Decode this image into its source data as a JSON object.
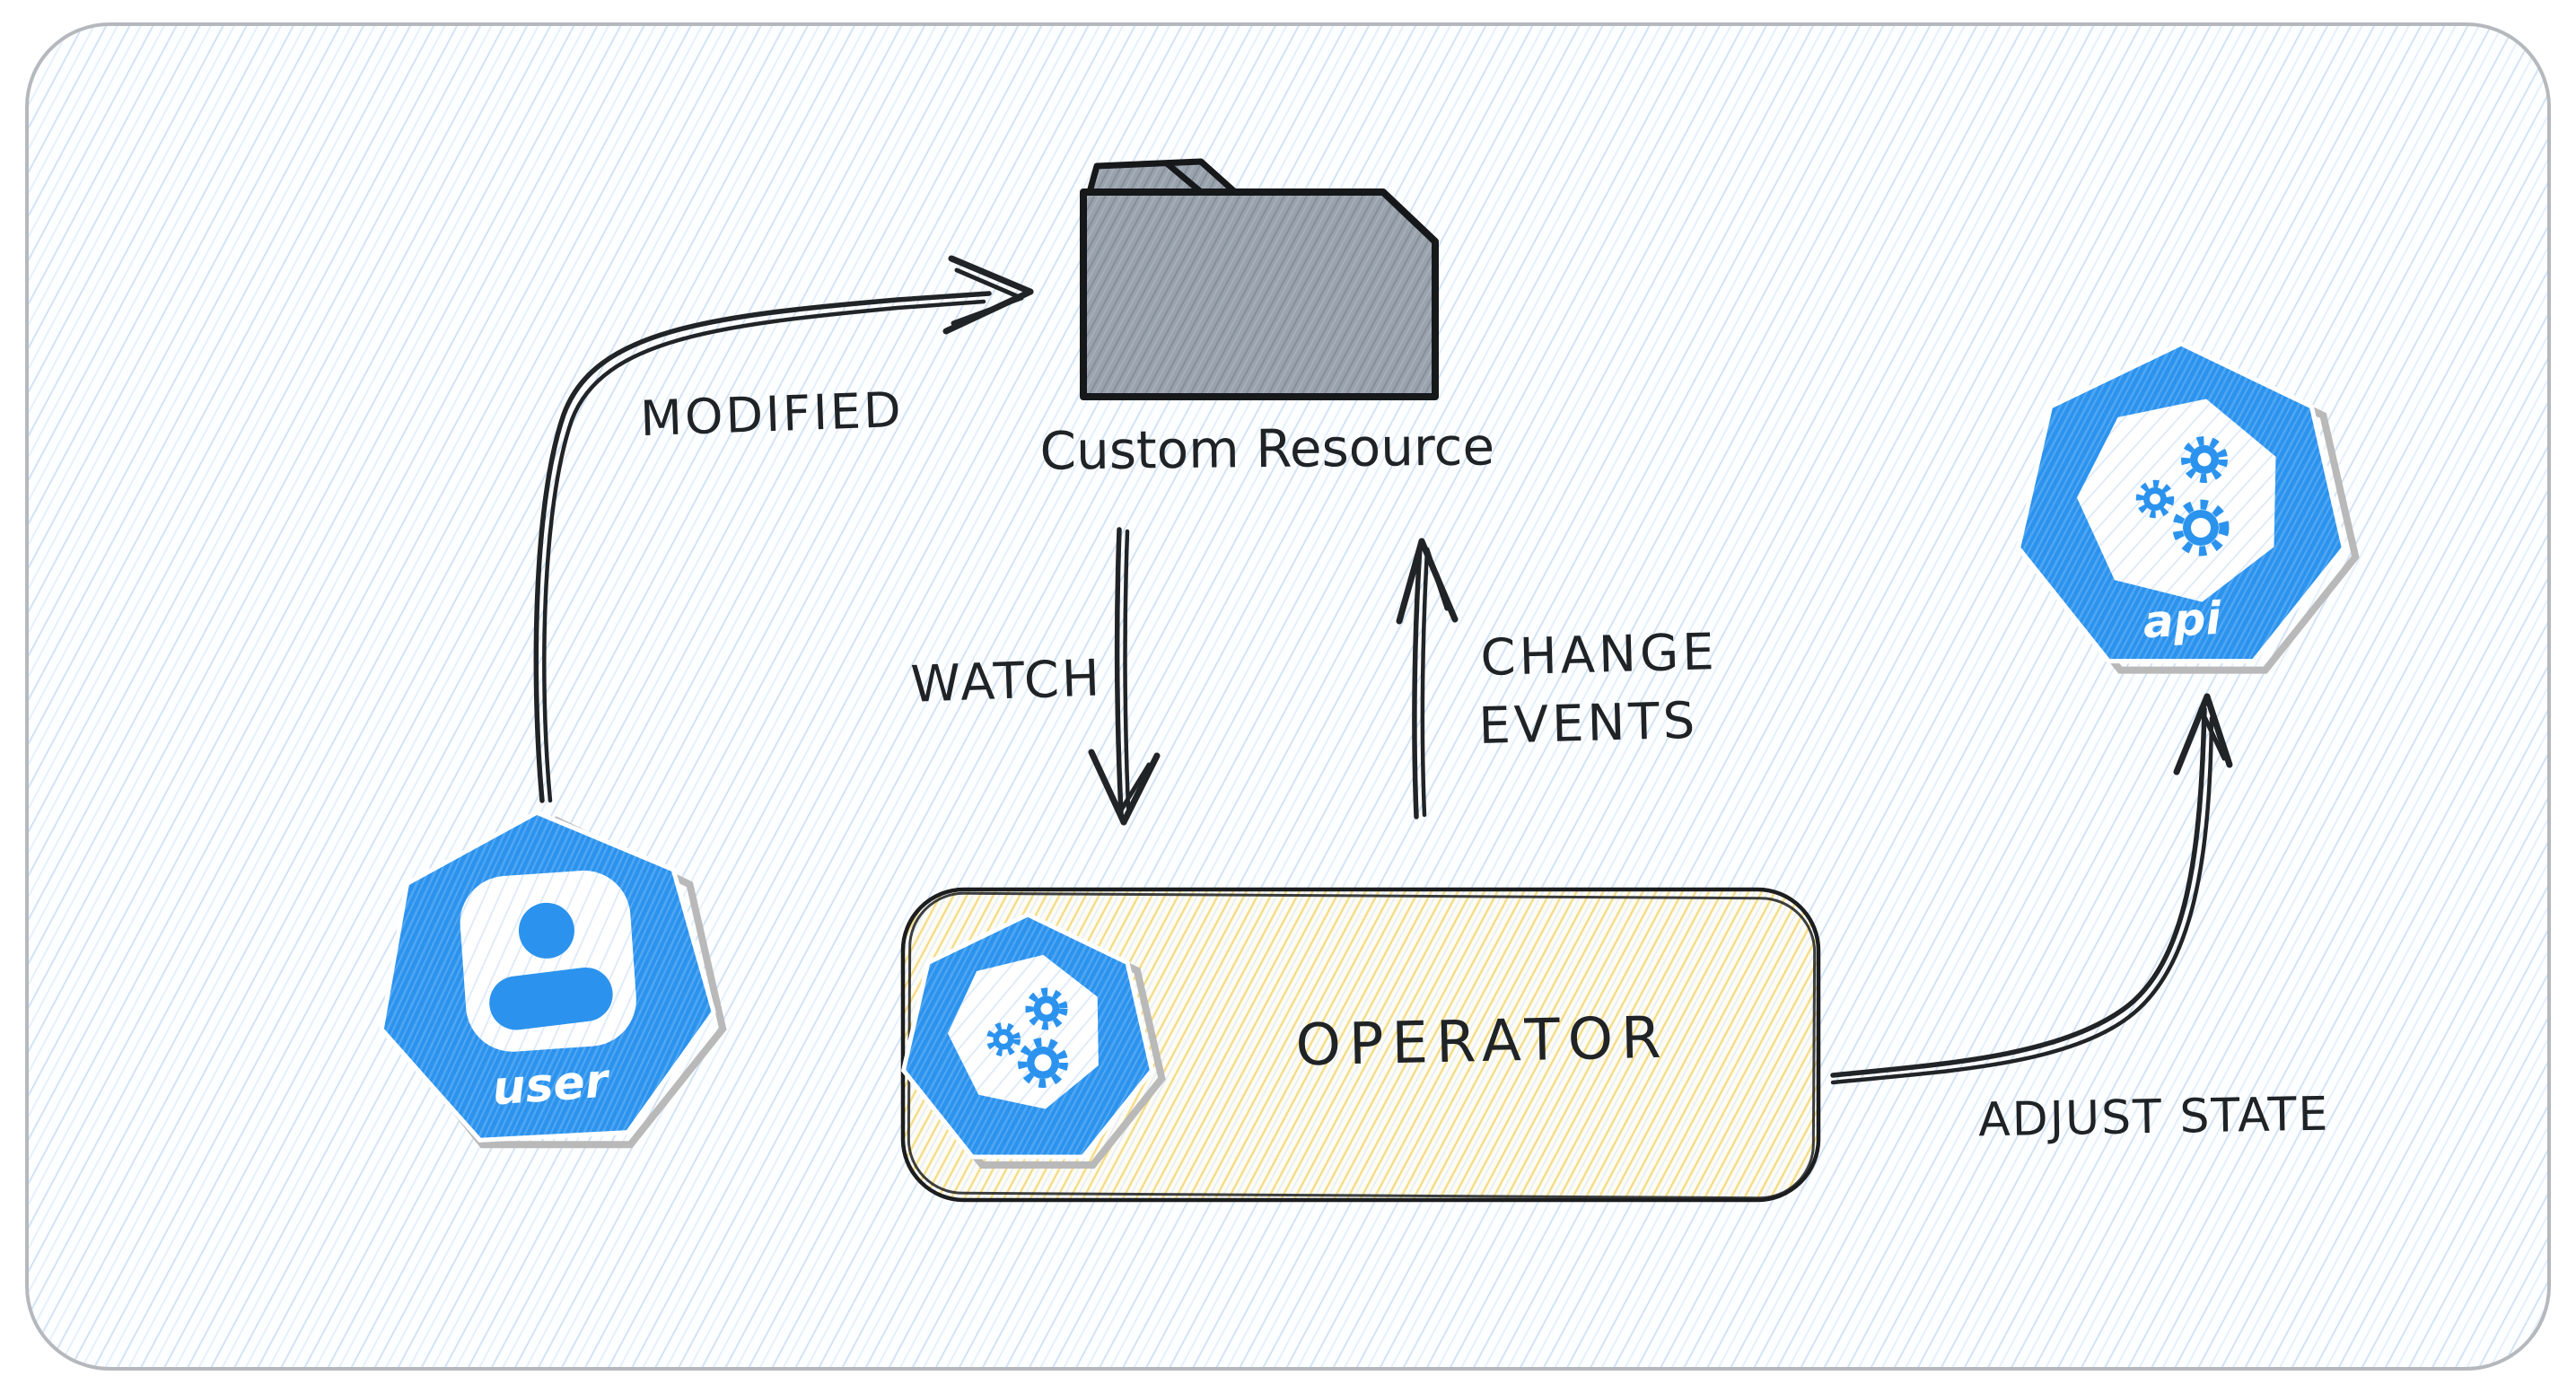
{
  "canvas": {
    "background": "#ffffff",
    "frame_stroke": "#b5b9bd",
    "hatch_color": "#c7dbf2",
    "ink": "#212427",
    "blue": "#2b93ee"
  },
  "nodes": {
    "custom_resource": {
      "label": "Custom Resource",
      "fill": "#9aa2ac",
      "shape": "folder"
    },
    "operator": {
      "label": "OPERATOR",
      "fill": "#fffdf3",
      "hatch": "#f3d77c",
      "icon": "kubernetes-gears-heptagon"
    },
    "user": {
      "label": "user",
      "color": "#2b93ee",
      "icon": "kubernetes-user-heptagon"
    },
    "api": {
      "label": "api",
      "color": "#2b93ee",
      "icon": "kubernetes-gears-heptagon"
    }
  },
  "edges": {
    "modified": {
      "label": "MODIFIED"
    },
    "watch": {
      "label": "WATCH"
    },
    "change_events": {
      "line1": "CHANGE",
      "line2": "EVENTS"
    },
    "adjust_state": {
      "label": "ADJUST STATE"
    }
  }
}
